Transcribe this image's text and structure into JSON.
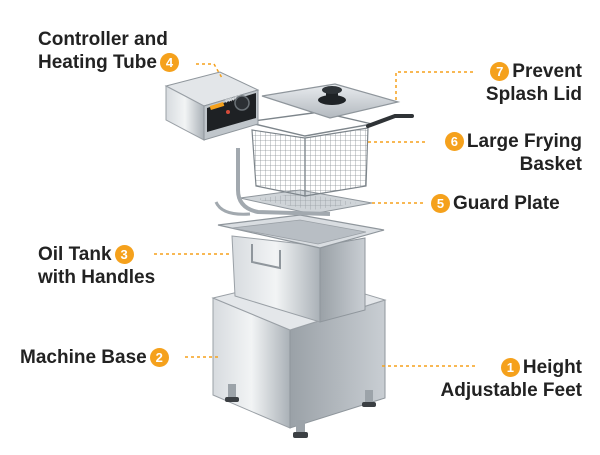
{
  "colors": {
    "accent": "#f5a11c",
    "text": "#222222",
    "steel": "#c4c9ce",
    "dark_steel": "#8f969c"
  },
  "callouts": [
    {
      "number": "1",
      "lines": [
        "Height",
        "Adjustable Feet"
      ]
    },
    {
      "number": "2",
      "lines": [
        "Machine Base"
      ]
    },
    {
      "number": "3",
      "lines": [
        "Oil Tank",
        "with Handles"
      ]
    },
    {
      "number": "4",
      "lines": [
        "Controller and",
        "Heating Tube"
      ]
    },
    {
      "number": "5",
      "lines": [
        "Guard Plate"
      ]
    },
    {
      "number": "6",
      "lines": [
        "Large Frying",
        "Basket"
      ]
    },
    {
      "number": "7",
      "lines": [
        "Prevent",
        "Splash Lid"
      ]
    }
  ],
  "product": {
    "panel_brand": "FRYER"
  }
}
